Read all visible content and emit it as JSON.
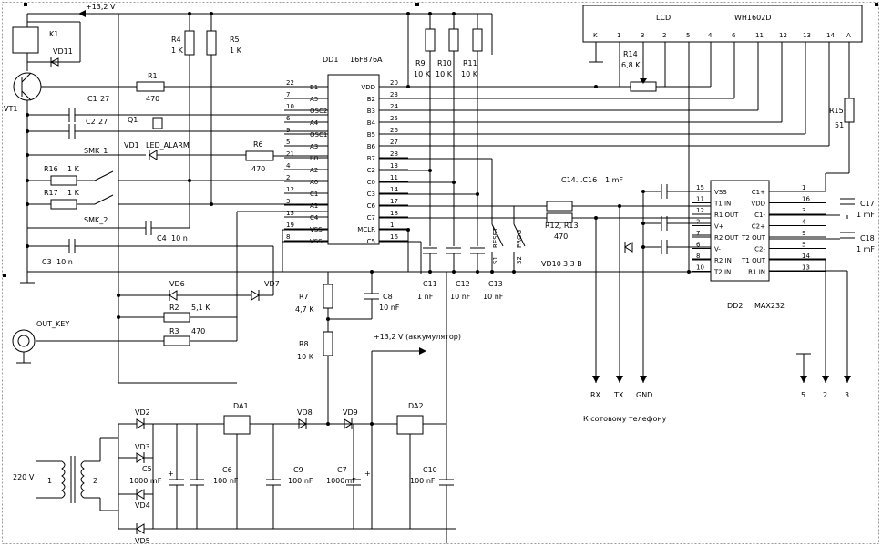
{
  "rails": {
    "supply_top": "+13,2 V",
    "supply_battery": "+13,2 V (аккумулятор)",
    "input_voltage": "220 V",
    "zener_voltage": "3,3 В",
    "phone_caption": "К сотовому телефону"
  },
  "dd1": {
    "ref": "DD1",
    "part": "16F876A",
    "left_pins": [
      {
        "num": "22",
        "name": "B1"
      },
      {
        "num": "7",
        "name": "A5"
      },
      {
        "num": "10",
        "name": "OSC2"
      },
      {
        "num": "6",
        "name": "A4"
      },
      {
        "num": "9",
        "name": "OSC1"
      },
      {
        "num": "5",
        "name": "A3"
      },
      {
        "num": "21",
        "name": "B0"
      },
      {
        "num": "4",
        "name": "A2"
      },
      {
        "num": "2",
        "name": "A0"
      },
      {
        "num": "12",
        "name": "C1"
      },
      {
        "num": "3",
        "name": "A1"
      },
      {
        "num": "15",
        "name": "C4"
      },
      {
        "num": "19",
        "name": "VSS"
      },
      {
        "num": "8",
        "name": "VSS"
      }
    ],
    "right_pins": [
      {
        "num": "20",
        "name": "VDD"
      },
      {
        "num": "23",
        "name": "B2"
      },
      {
        "num": "24",
        "name": "B3"
      },
      {
        "num": "25",
        "name": "B4"
      },
      {
        "num": "26",
        "name": "B5"
      },
      {
        "num": "27",
        "name": "B6"
      },
      {
        "num": "28",
        "name": "B7"
      },
      {
        "num": "13",
        "name": "C2"
      },
      {
        "num": "11",
        "name": "C0"
      },
      {
        "num": "14",
        "name": "C3"
      },
      {
        "num": "17",
        "name": "C6"
      },
      {
        "num": "18",
        "name": "C7"
      },
      {
        "num": "1",
        "name": "MCLR"
      },
      {
        "num": "16",
        "name": "C5"
      }
    ]
  },
  "dd2": {
    "ref": "DD2",
    "part": "MAX232",
    "left_pins": [
      {
        "num": "15",
        "name": "VSS"
      },
      {
        "num": "11",
        "name": "T1 IN"
      },
      {
        "num": "12",
        "name": "R1 OUT"
      },
      {
        "num": "2",
        "name": "V+"
      },
      {
        "num": "7",
        "name": "R2 OUT"
      },
      {
        "num": "6",
        "name": "V-"
      },
      {
        "num": "8",
        "name": "R2 IN"
      },
      {
        "num": "10",
        "name": "T2 IN"
      }
    ],
    "right_pins": [
      {
        "num": "1",
        "name": "C1+"
      },
      {
        "num": "16",
        "name": "VDD"
      },
      {
        "num": "3",
        "name": "C1-"
      },
      {
        "num": "4",
        "name": "C2+"
      },
      {
        "num": "9",
        "name": "T2 OUT"
      },
      {
        "num": "5",
        "name": "C2-"
      },
      {
        "num": "14",
        "name": "T1 OUT"
      },
      {
        "num": "13",
        "name": "R1 IN"
      }
    ]
  },
  "lcd": {
    "label": "LCD",
    "model": "WH1602D",
    "pins": [
      "K",
      "1",
      "3",
      "2",
      "5",
      "4",
      "6",
      "11",
      "12",
      "13",
      "14",
      "A"
    ]
  },
  "components": {
    "r1": {
      "ref": "R1",
      "value": "470"
    },
    "r2": {
      "ref": "R2",
      "value": "5,1 K"
    },
    "r3": {
      "ref": "R3",
      "value": "470"
    },
    "r4": {
      "ref": "R4",
      "value": "1 K"
    },
    "r5": {
      "ref": "R5",
      "value": "1 K"
    },
    "r6": {
      "ref": "R6",
      "value": "470"
    },
    "r7": {
      "ref": "R7",
      "value": "4,7 K"
    },
    "r8": {
      "ref": "R8",
      "value": "10 K"
    },
    "r9": {
      "ref": "R9",
      "value": "10 K"
    },
    "r10": {
      "ref": "R10",
      "value": "10 K"
    },
    "r11": {
      "ref": "R11",
      "value": "10 K"
    },
    "r12_13": {
      "ref": "R12, R13",
      "value": "470"
    },
    "r14": {
      "ref": "R14",
      "value": "6,8 K"
    },
    "r15": {
      "ref": "R15",
      "value": "51"
    },
    "r16": {
      "ref": "R16",
      "value": "1 K"
    },
    "r17": {
      "ref": "R17",
      "value": "1 K"
    },
    "c1": {
      "ref": "C1",
      "value": "27"
    },
    "c2": {
      "ref": "C2",
      "value": "27"
    },
    "c3": {
      "ref": "C3",
      "value": "10 n"
    },
    "c4": {
      "ref": "C4",
      "value": "10 n"
    },
    "c5": {
      "ref": "C5",
      "value": "1000 mF"
    },
    "c6": {
      "ref": "C6",
      "value": "100 nF"
    },
    "c7": {
      "ref": "C7",
      "value": "1000mF"
    },
    "c8": {
      "ref": "C8",
      "value": "10 nF"
    },
    "c9": {
      "ref": "C9",
      "value": "100 nF"
    },
    "c10": {
      "ref": "C10",
      "value": "100 nF"
    },
    "c11": {
      "ref": "C11",
      "value": "1 nF"
    },
    "c12": {
      "ref": "C12",
      "value": "10 nF"
    },
    "c13": {
      "ref": "C13",
      "value": "10 nF"
    },
    "c14_16": {
      "ref": "C14...C16",
      "value": "1 mF"
    },
    "c17": {
      "ref": "C17",
      "value": "1 mF"
    },
    "c18": {
      "ref": "C18",
      "value": "1 mF"
    },
    "q1": {
      "ref": "Q1"
    },
    "k1": {
      "ref": "K1"
    },
    "vt1": {
      "ref": "VT1"
    },
    "vd1": {
      "ref": "VD1",
      "value": "LED_ALARM"
    },
    "vd2": {
      "ref": "VD2"
    },
    "vd3": {
      "ref": "VD3"
    },
    "vd4": {
      "ref": "VD4"
    },
    "vd5": {
      "ref": "VD5"
    },
    "vd6": {
      "ref": "VD6"
    },
    "vd7": {
      "ref": "VD7"
    },
    "vd8": {
      "ref": "VD8"
    },
    "vd9": {
      "ref": "VD9"
    },
    "vd10": {
      "ref": "VD10"
    },
    "vd11": {
      "ref": "VD11"
    },
    "da1": {
      "ref": "DA1"
    },
    "da2": {
      "ref": "DA2"
    },
    "s1": {
      "ref": "S1",
      "value": "RESET"
    },
    "s2": {
      "ref": "S2",
      "value": "PROG"
    },
    "smk1": {
      "ref": "SMK_1"
    },
    "smk2": {
      "ref": "SMK_2"
    },
    "out_key": {
      "ref": "OUT_KEY"
    },
    "transformer": {
      "primary": "1",
      "secondary": "2"
    }
  },
  "connector": {
    "rx": "RX",
    "tx": "TX",
    "gnd": "GND",
    "pin5": "5",
    "pin2": "2",
    "pin3": "3"
  }
}
